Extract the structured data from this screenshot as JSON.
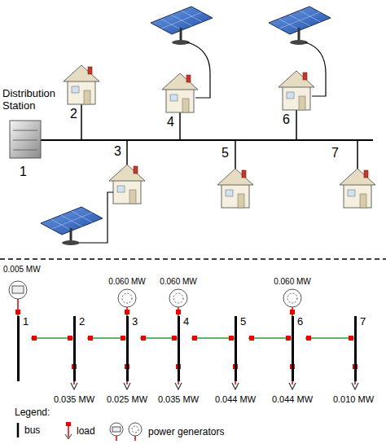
{
  "diagram": {
    "nodes": [
      {
        "text": [
          "1"
        ]
      },
      {
        "text": [
          "2"
        ]
      },
      {
        "text": [
          "3"
        ]
      },
      {
        "text": [
          "4"
        ]
      },
      {
        "text": [
          "5"
        ]
      },
      {
        "text": [
          "6"
        ]
      },
      {
        "text": [
          "7"
        ]
      }
    ],
    "edges": [
      {
        "from": 0,
        "to": 1,
        "arrow": "none"
      },
      {
        "from": 1,
        "to": 2,
        "arrow": "none"
      },
      {
        "from": 2,
        "to": 3,
        "arrow": "none"
      },
      {
        "from": 3,
        "to": 4,
        "arrow": "none"
      },
      {
        "from": 4,
        "to": 5,
        "arrow": "none"
      },
      {
        "from": 5,
        "to": 6,
        "arrow": "none"
      }
    ],
    "labels": [
      "Distribution Station",
      "1",
      "2",
      "3",
      "4",
      "5",
      "6",
      "7",
      "0.005 MW",
      "0.060 MW",
      "0.060 MW",
      "0.060 MW",
      "0.035 MW",
      "0.025 MW",
      "0.035 MW",
      "0.044 MW",
      "0.044 MW",
      "0.010 MW",
      "Legend:"
    ],
    "legend": [
      {
        "text": "bus"
      },
      {
        "text": "load"
      },
      {
        "text": "power generators"
      }
    ]
  }
}
